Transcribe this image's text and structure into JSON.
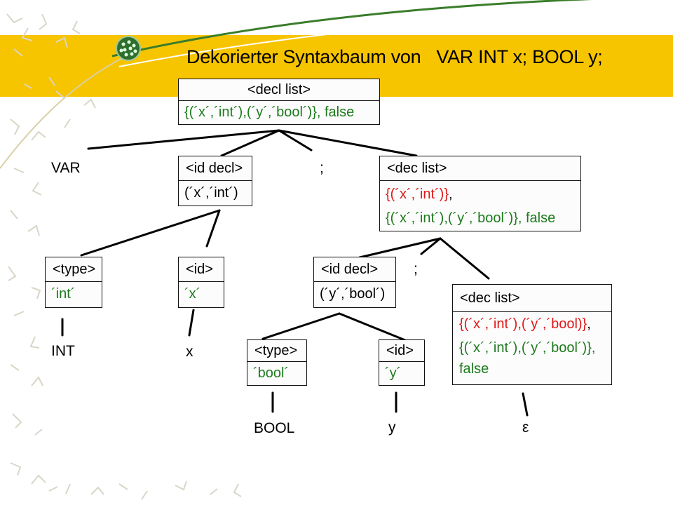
{
  "title": {
    "prefix": "Dekorierter Syntaxbaum von",
    "code": "VAR INT x; BOOL y;"
  },
  "colors": {
    "band": "#f7c400",
    "green_attr": "#1d7a1d",
    "red_attr": "#e01818"
  },
  "nodes": {
    "root": {
      "label": "<decl list>",
      "attr": "{(´x´,´int´),(´y´,´bool´)}, false"
    },
    "id_decl_1": {
      "label": "<id decl>",
      "attr": "(´x´,´int´)"
    },
    "dec_list_1": {
      "label": "<dec list>",
      "attr_red": "{(´x´,´int´)}",
      "attr_red_suffix": ",",
      "attr_green": "{(´x´,´int´),(´y´,´bool´)}, false"
    },
    "type_1": {
      "label": "<type>",
      "attr": "´int´"
    },
    "id_1": {
      "label": "<id>",
      "attr": "´x´"
    },
    "id_decl_2": {
      "label": "<id decl>",
      "attr": "(´y´,´bool´)"
    },
    "dec_list_2": {
      "label": "<dec list>",
      "attr_red": "{(´x´,´int´),(´y´,´bool)}",
      "attr_red_suffix": ",",
      "attr_green_1": "{(´x´,´int´),(´y´,´bool´)},",
      "attr_green_2": "false"
    },
    "type_2": {
      "label": "<type>",
      "attr": "´bool´"
    },
    "id_2": {
      "label": "<id>",
      "attr": "´y´"
    }
  },
  "terminals": {
    "var": "VAR",
    "semi_1": ";",
    "semi_2": ";",
    "int": "INT",
    "x": "x",
    "bool": "BOOL",
    "y": "y",
    "epsilon": "ε"
  }
}
